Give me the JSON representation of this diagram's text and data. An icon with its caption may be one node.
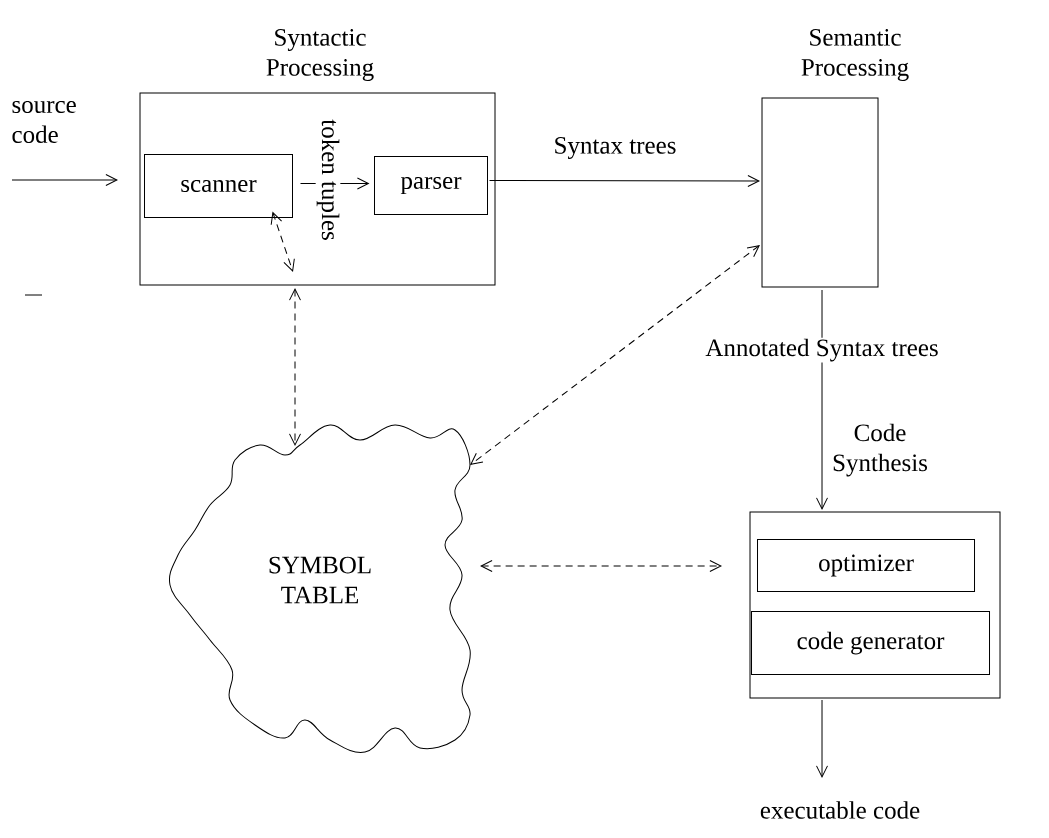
{
  "diagram": {
    "nodes": [
      {
        "text": [
          "Syntactic Processing"
        ]
      },
      {
        "text": [
          "scanner"
        ],
        "in": 0
      },
      {
        "text": [
          "parser"
        ],
        "in": 0
      },
      {
        "text": [
          "Semantic Processing"
        ]
      },
      {
        "text": [
          "SYMBOL TABLE"
        ]
      },
      {
        "text": [
          "Code Synthesis"
        ]
      },
      {
        "text": [
          "optimizer"
        ],
        "in": 5
      },
      {
        "text": [
          "code generator"
        ],
        "in": 5
      },
      {
        "text": [
          "executable code"
        ]
      }
    ],
    "edges": [
      {
        "from": null,
        "to": 0,
        "arrow": "to",
        "label": "source code"
      },
      {
        "from": 1,
        "to": 2,
        "arrow": "to",
        "label": "token tuples"
      },
      {
        "from": 2,
        "to": 3,
        "arrow": "to",
        "label": "Syntax trees"
      },
      {
        "from": 3,
        "to": 5,
        "arrow": "to",
        "label": "Annotated Syntax trees"
      },
      {
        "from": 5,
        "to": 8,
        "arrow": "to"
      },
      {
        "from": 1,
        "to": 0,
        "arrow": "both",
        "style": "dashed"
      },
      {
        "from": 0,
        "to": 4,
        "arrow": "both",
        "style": "dashed"
      },
      {
        "from": 3,
        "to": 4,
        "arrow": "both",
        "style": "dashed"
      },
      {
        "from": 4,
        "to": 5,
        "arrow": "both",
        "style": "dashed"
      }
    ]
  }
}
